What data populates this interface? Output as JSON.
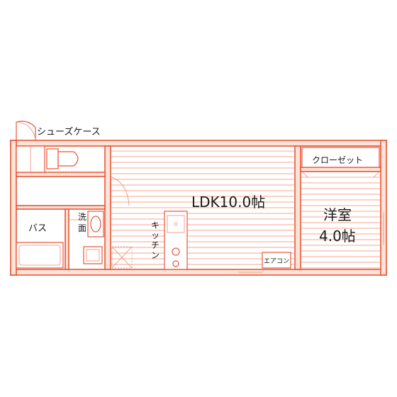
{
  "floorplan": {
    "rooms": {
      "ldk": {
        "label": "LDK10.0帖"
      },
      "western": {
        "label_line1": "洋室",
        "label_line2": "4.0帖"
      },
      "bath": {
        "label": "バス"
      },
      "closet": {
        "label": "クローゼット"
      },
      "shoe_case": {
        "label": "シューズケース"
      }
    },
    "fixtures": {
      "washroom": {
        "label_line1": "洗",
        "label_line2": "面"
      },
      "kitchen": {
        "label_chars": [
          "キ",
          "ッ",
          "チ",
          "ン"
        ]
      },
      "aircon": {
        "label": "エアコン"
      }
    },
    "colors": {
      "wall_fill": "#fbe3d6",
      "line": "#e8553a"
    }
  }
}
